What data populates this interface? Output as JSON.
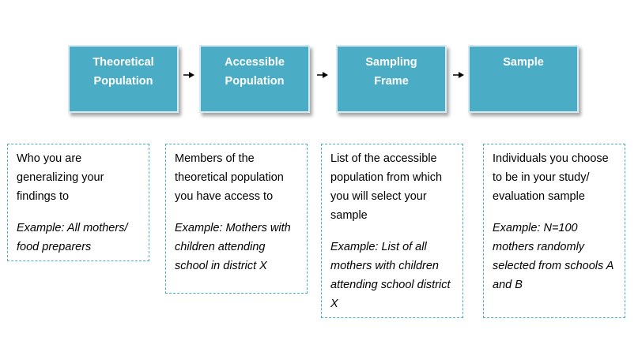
{
  "stages": [
    {
      "title_line1": "Theoretical",
      "title_line2": "Population"
    },
    {
      "title_line1": "Accessible",
      "title_line2": "Population"
    },
    {
      "title_line1": "Sampling",
      "title_line2": "Frame"
    },
    {
      "title_line1": "Sample",
      "title_line2": ""
    }
  ],
  "descriptions": [
    {
      "text": "Who you are generalizing your findings to",
      "example": "Example: All mothers/ food preparers"
    },
    {
      "text": "Members of the theoretical population you have access to",
      "example": "Example: Mothers with children attending school in district X"
    },
    {
      "text": "List of the accessible population from which you will select your sample",
      "example": "Example: List of all mothers with children attending school district X"
    },
    {
      "text": "Individuals you choose to be in your study/ evaluation sample",
      "example": "Example: N=100 mothers randomly selected from schools A and B"
    }
  ],
  "colors": {
    "stage_fill": "#4bacc6",
    "stage_text": "#ffffff",
    "dashed_border": "#4bacc6",
    "arrow": "#000000"
  },
  "icons": {
    "connector": "arrow-right-icon"
  }
}
